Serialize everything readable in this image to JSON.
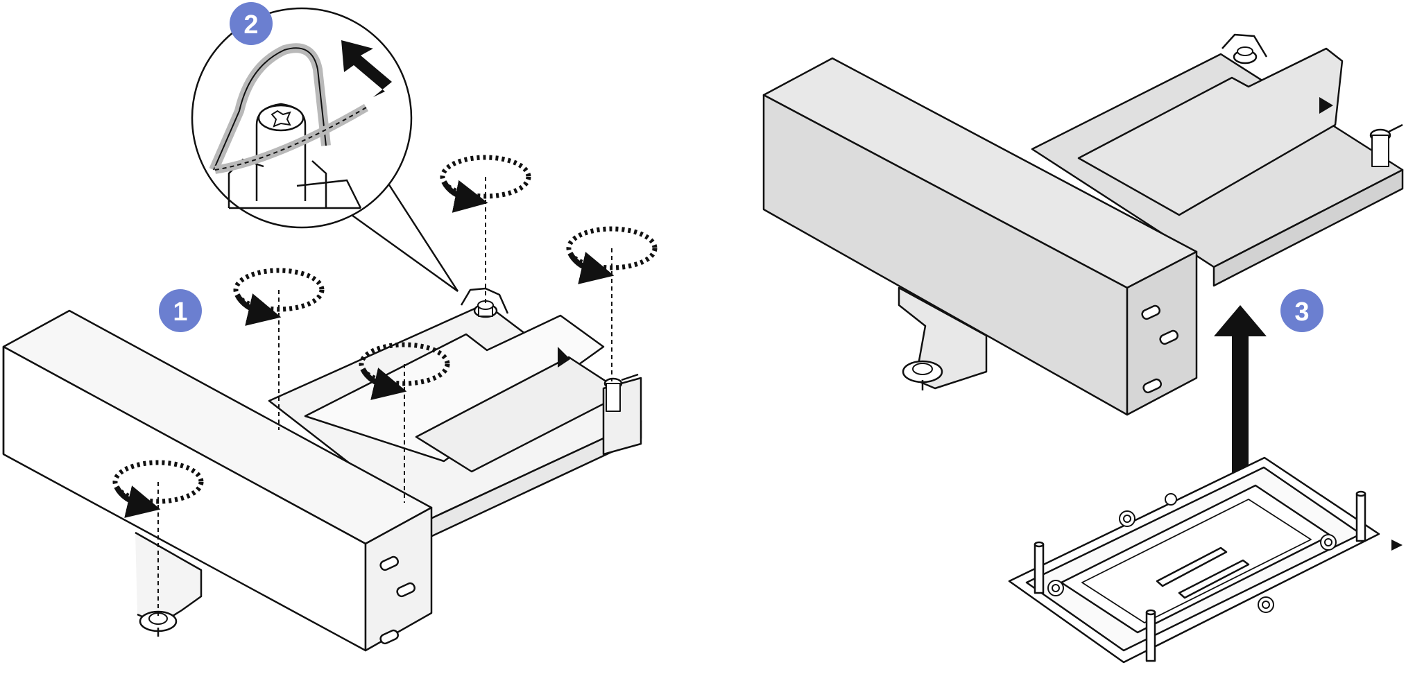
{
  "figure": {
    "steps": [
      {
        "label": "1"
      },
      {
        "label": "2"
      },
      {
        "label": "3"
      }
    ]
  },
  "colors": {
    "badge": "#6b7fd0",
    "badge_text": "#ffffff",
    "line": "#111111",
    "fill_light": "#f4f4f4",
    "fill_grey": "#e0e0e0",
    "wire": "#b9b9b9"
  },
  "icons": [
    "step-badge",
    "rotate-loosen-arrow-icon",
    "lift-arrow-icon",
    "pull-up-arrow-icon",
    "detail-callout-magnifier",
    "torx-screw-icon"
  ]
}
